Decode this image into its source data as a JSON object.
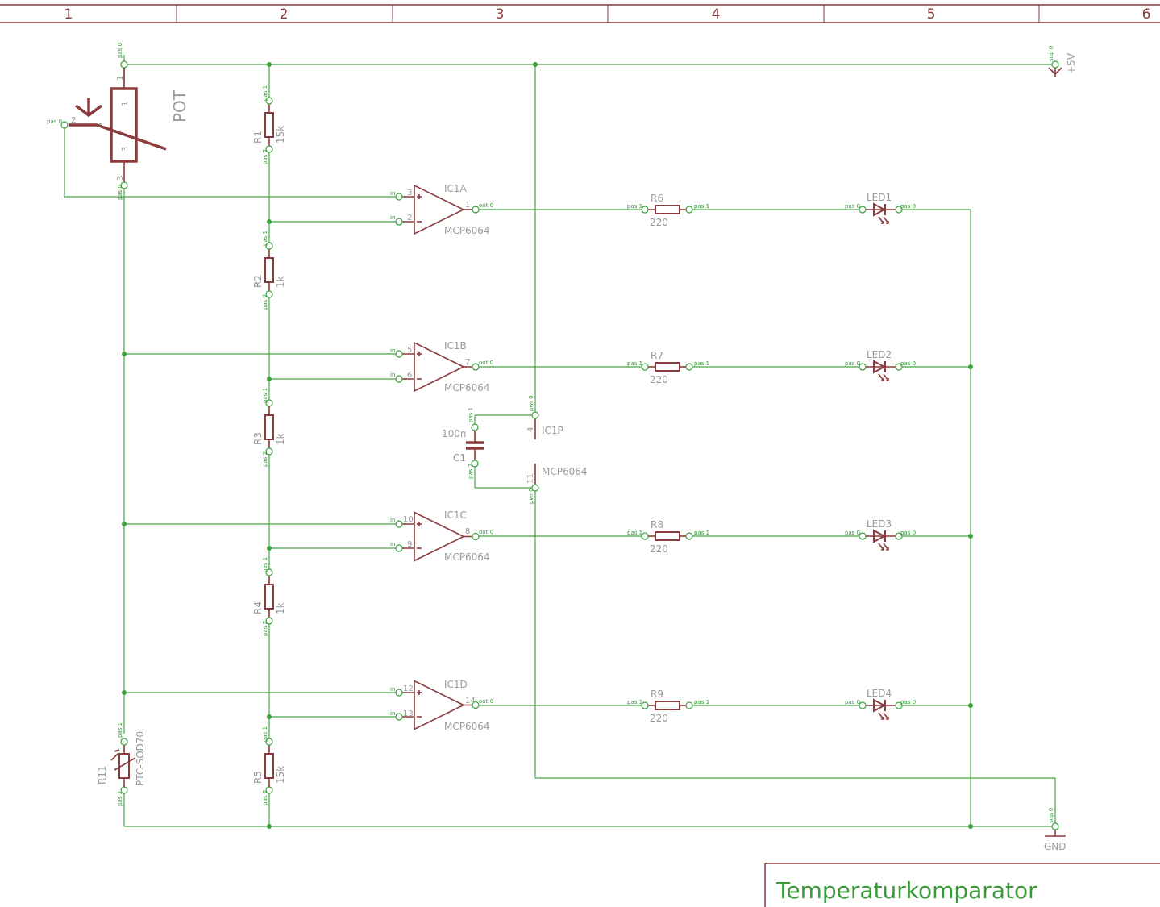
{
  "frame": {
    "columns": [
      "1",
      "2",
      "3",
      "4",
      "5",
      "6"
    ]
  },
  "title_block": {
    "title": "Temperaturkomparator"
  },
  "supply": {
    "vcc_label": "+5V",
    "gnd_label": "GND",
    "vcc_pin": "sup 0",
    "gnd_pin": "sup 0"
  },
  "pot": {
    "name": "POT",
    "pin1": "1",
    "pin2": "2",
    "pin3": "3",
    "body1": "1",
    "body3": "3",
    "wiper": "0",
    "pas1": "pas 0",
    "pas2": "pas 0",
    "pas3": "pas 0"
  },
  "resistors": [
    {
      "name": "R1",
      "value": "15k",
      "pa": "pas 1",
      "pb": "pas 2"
    },
    {
      "name": "R2",
      "value": "1k",
      "pa": "pas 1",
      "pb": "pas 2"
    },
    {
      "name": "R3",
      "value": "1k",
      "pa": "pas 1",
      "pb": "pas 2"
    },
    {
      "name": "R4",
      "value": "1k",
      "pa": "pas 1",
      "pb": "pas 2"
    },
    {
      "name": "R5",
      "value": "15k",
      "pa": "pas 1",
      "pb": "pas 2"
    }
  ],
  "series_resistors": [
    {
      "name": "R6",
      "value": "220",
      "pa": "pas 1",
      "pb": "pas 1"
    },
    {
      "name": "R7",
      "value": "220",
      "pa": "pas 1",
      "pb": "pas 1"
    },
    {
      "name": "R8",
      "value": "220",
      "pa": "pas 1",
      "pb": "pas 1"
    },
    {
      "name": "R9",
      "value": "220",
      "pa": "pas 1",
      "pb": "pas 1"
    }
  ],
  "opamps": [
    {
      "name": "IC1A",
      "type": "MCP6064",
      "in_plus": "3",
      "in_minus": "2",
      "out": "1",
      "in_label": "in",
      "out_label": "out 0"
    },
    {
      "name": "IC1B",
      "type": "MCP6064",
      "in_plus": "5",
      "in_minus": "6",
      "out": "7",
      "in_label": "in",
      "out_label": "out 0"
    },
    {
      "name": "IC1C",
      "type": "MCP6064",
      "in_plus": "10",
      "in_minus": "9",
      "out": "8",
      "in_label": "in",
      "out_label": "out 0"
    },
    {
      "name": "IC1D",
      "type": "MCP6064",
      "in_plus": "12",
      "in_minus": "13",
      "out": "14",
      "in_label": "in",
      "out_label": "out 0"
    }
  ],
  "leds": [
    {
      "name": "LED1",
      "pa": "pas 0",
      "pb": "pas 0"
    },
    {
      "name": "LED2",
      "pa": "pas 0",
      "pb": "pas 0"
    },
    {
      "name": "LED3",
      "pa": "pas 0",
      "pb": "pas 0"
    },
    {
      "name": "LED4",
      "pa": "pas 0",
      "pb": "pas 0"
    }
  ],
  "power_part": {
    "name": "IC1P",
    "type": "MCP6064",
    "vcc_pin": "4",
    "gnd_pin": "11",
    "vcc_label": "pwr 0",
    "gnd_label": "pwr 0"
  },
  "capacitor": {
    "name": "C1",
    "value": "100n",
    "pa": "pas 1",
    "pb": "pas 2"
  },
  "ptc": {
    "name": "R11",
    "type": "PTC-SOD70",
    "pa": "pas 1",
    "pb": "pas 2"
  },
  "colors": {
    "frame": "#8a3a3a",
    "wire": "#49a449",
    "part": "#8b3b3b",
    "label": "#9a9a9a"
  }
}
